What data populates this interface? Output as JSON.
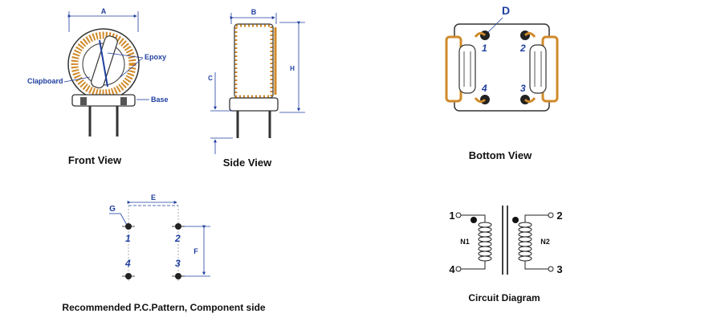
{
  "captions": {
    "front_view": "Front View",
    "side_view": "Side View",
    "bottom_view": "Bottom View",
    "pcb_pattern": "Recommended P.C.Pattern, Component side",
    "circuit_diagram": "Circuit Diagram"
  },
  "front_view": {
    "dim_a": "A",
    "clapboard_label": "Clapboard",
    "epoxy_label": "Epoxy",
    "base_label": "Base"
  },
  "side_view": {
    "dim_b": "B",
    "dim_h": "H",
    "dim_c": "C"
  },
  "bottom_view": {
    "dim_d": "D",
    "pin1": "1",
    "pin2": "2",
    "pin3": "3",
    "pin4": "4"
  },
  "pcb": {
    "dim_e": "E",
    "dim_f": "F",
    "dim_g": "G",
    "pin1": "1",
    "pin2": "2",
    "pin3": "3",
    "pin4": "4"
  },
  "circuit": {
    "t1": "1",
    "t2": "2",
    "t3": "3",
    "t4": "4",
    "n1": "N1",
    "n2": "N2"
  }
}
